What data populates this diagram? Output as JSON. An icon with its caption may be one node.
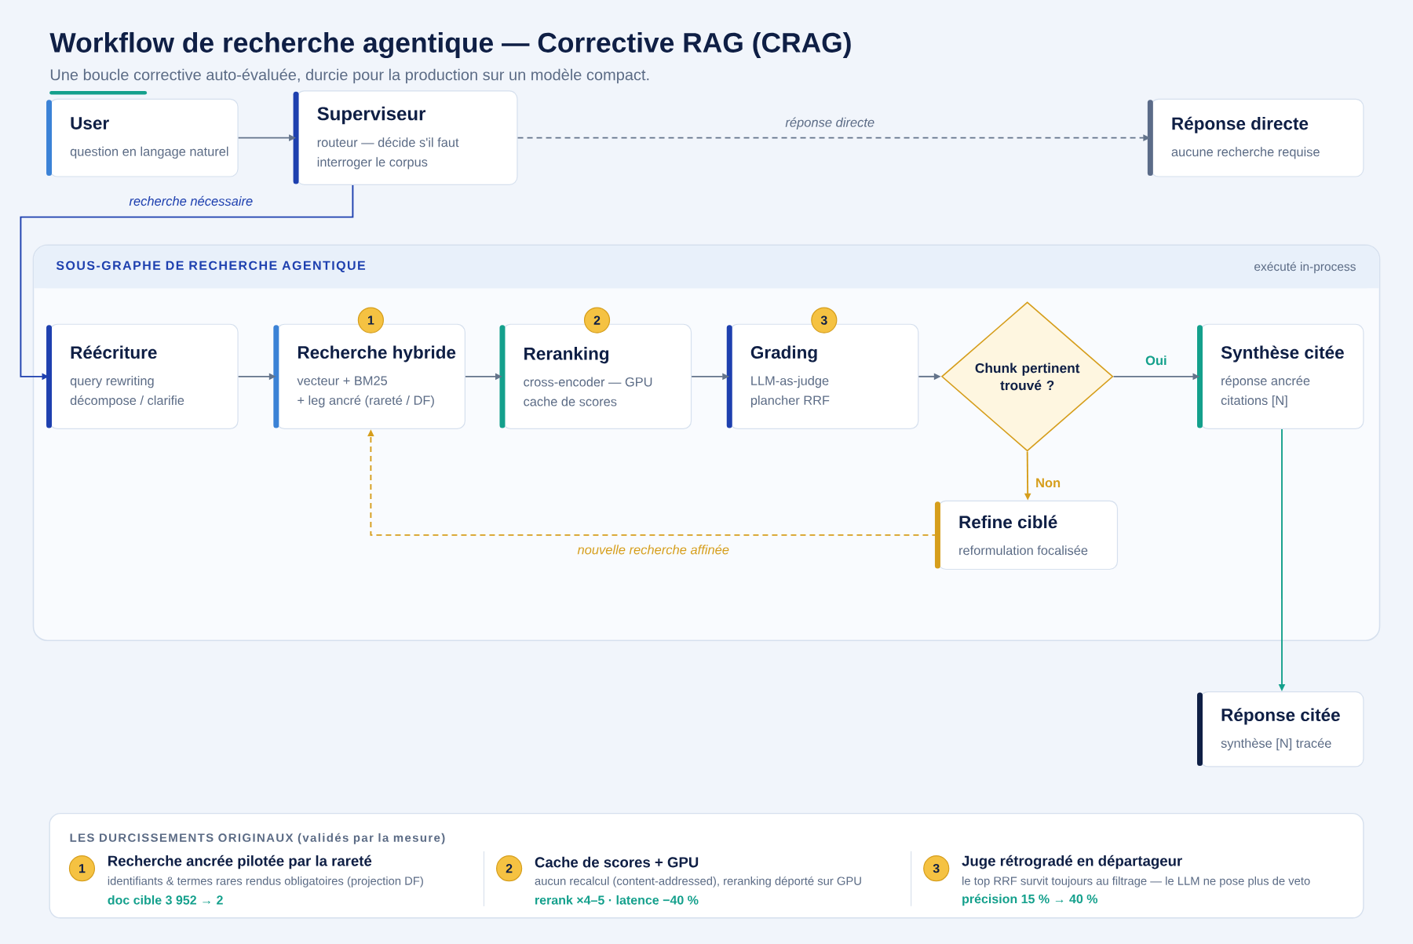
{
  "diagram": {
    "title": "Workflow de recherche agentique — Corrective RAG (CRAG)",
    "nodes": [
      {
        "text": [
          "User",
          "question en langage naturel"
        ]
      },
      {
        "text": [
          "Superviseur",
          "routeur — décide s'il faut interroger le corpus"
        ]
      },
      {
        "text": [
          "Réponse directe",
          "aucune recherche requise"
        ]
      },
      {
        "text": [
          "SOUS-GRAPHE DE RECHERCHE AGENTIQUE",
          "exécuté in-process"
        ]
      },
      {
        "text": [
          "Réécriture",
          "query rewriting",
          "décompose / clarifie"
        ],
        "in": 3
      },
      {
        "text": [
          "Recherche hybride",
          "vecteur + BM25",
          "+ leg ancré (rareté / DF)"
        ],
        "in": 3,
        "beside": [
          "1"
        ]
      },
      {
        "text": [
          "Reranking",
          "cross-encoder — GPU",
          "cache de scores"
        ],
        "in": 3,
        "beside": [
          "2"
        ]
      },
      {
        "text": [
          "Grading",
          "LLM-as-judge",
          "plancher RRF"
        ],
        "in": 3,
        "beside": [
          "3"
        ]
      },
      {
        "text": [
          "Chunk pertinent trouvé ?"
        ],
        "in": 3
      },
      {
        "text": [
          "Synthèse citée",
          "réponse ancrée",
          "citations [N]"
        ],
        "in": 3
      },
      {
        "text": [
          "Refine ciblé",
          "reformulation focalisée"
        ],
        "in": 3
      },
      {
        "text": [
          "Réponse citée",
          "synthèse [N] tracée"
        ]
      },
      {
        "text": [
          "LES DURCISSEMENTS ORIGINAUX (validés par la mesure)",
          "1",
          "Recherche ancrée pilotée par la rareté",
          "identifiants & termes rares rendus obligatoires (projection DF)",
          "doc cible 3 952 → 2",
          "2",
          "Cache de scores + GPU",
          "aucun recalcul (content-addressed), reranking déporté sur GPU",
          "rerank ×4–5 · latence −40 %",
          "3",
          "Juge rétrogradé en départageur",
          "le top RRF survit toujours au filtrage — le LLM ne pose plus de veto",
          "précision 15 % → 40 %"
        ]
      }
    ],
    "edges": [
      {
        "from": 0,
        "to": 1,
        "arrow": "to"
      },
      {
        "from": 1,
        "to": 2,
        "arrow": "to",
        "label": "réponse directe",
        "style": "dashed"
      },
      {
        "from": 1,
        "to": 4,
        "arrow": "to",
        "label": "recherche nécessaire",
        "color": "#1e40af"
      },
      {
        "from": 4,
        "to": 5,
        "arrow": "to"
      },
      {
        "from": 5,
        "to": 6,
        "arrow": "to"
      },
      {
        "from": 6,
        "to": 7,
        "arrow": "to"
      },
      {
        "from": 7,
        "to": 8,
        "arrow": "to"
      },
      {
        "from": 8,
        "to": 9,
        "arrow": "to",
        "label": "Oui"
      },
      {
        "from": 8,
        "to": 10,
        "arrow": "to",
        "label": "Non",
        "color": "#d69e1c"
      },
      {
        "from": 10,
        "to": 5,
        "arrow": "to",
        "label": "nouvelle recherche affinée",
        "style": "dashed",
        "color": "#d69e1c"
      },
      {
        "from": 9,
        "to": 11,
        "arrow": "to",
        "color": "#14a08c"
      }
    ],
    "labels": [
      "Une boucle corrective auto-évaluée, durcie pour la production sur un modèle compact."
    ]
  }
}
